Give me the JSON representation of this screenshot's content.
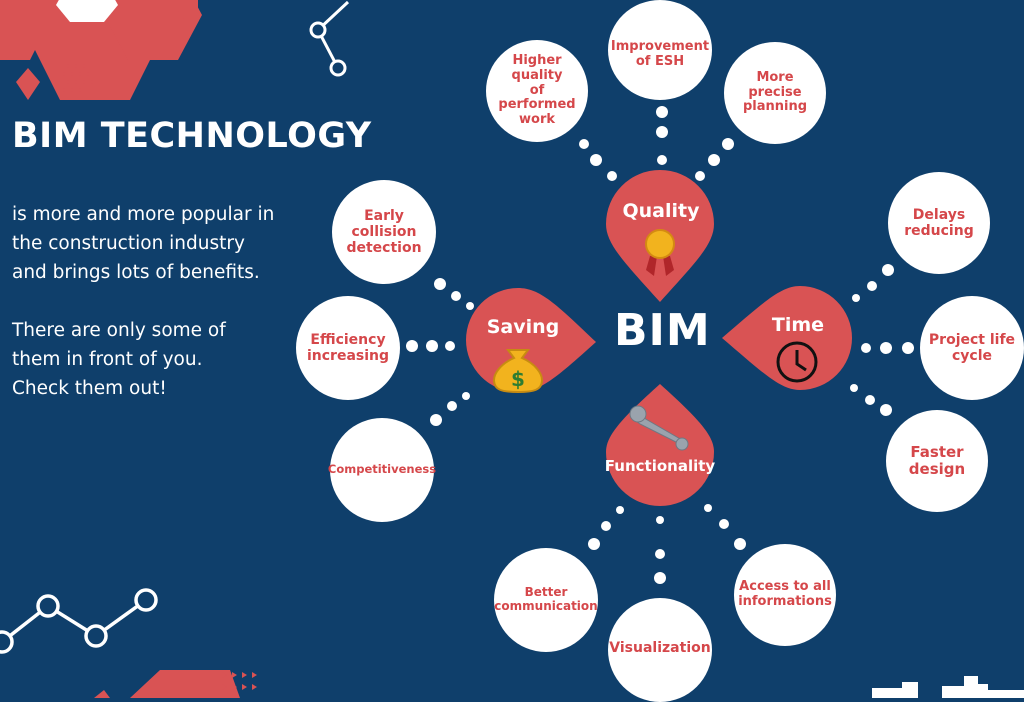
{
  "colors": {
    "background": "#0f3f6b",
    "accent_red": "#d95354",
    "node_text": "#d5474a",
    "white": "#ffffff"
  },
  "header": {
    "title": "BIM TECHNOLOGY",
    "intro_1": "is more and more popular in\nthe construction industry\nand brings lots of benefits.",
    "intro_2": "There are only some of\nthem in front of you.\nCheck them out!"
  },
  "diagram": {
    "center": "BIM",
    "hubs": {
      "quality": {
        "label": "Quality",
        "icon": "medal-icon"
      },
      "time": {
        "label": "Time",
        "icon": "clock-icon"
      },
      "functionality": {
        "label": "Functionality",
        "icon": "wrench-icon"
      },
      "saving": {
        "label": "Saving",
        "icon": "money-bag-icon"
      }
    },
    "benefits": {
      "higher_quality": "Higher quality\nof performed\nwork",
      "improvement_esh": "Improvement\nof ESH",
      "more_precise_planning": "More precise\nplanning",
      "delays_reducing": "Delays\nreducing",
      "project_life_cycle": "Project life\ncycle",
      "faster_design": "Faster\ndesign",
      "access_informations": "Access to all\ninformations",
      "visualization": "Visualization",
      "better_communication": "Better\ncommunication",
      "competitiveness": "Competitiveness",
      "efficiency_increasing": "Efficiency\nincreasing",
      "early_collision": "Early\ncollision\ndetection"
    }
  }
}
